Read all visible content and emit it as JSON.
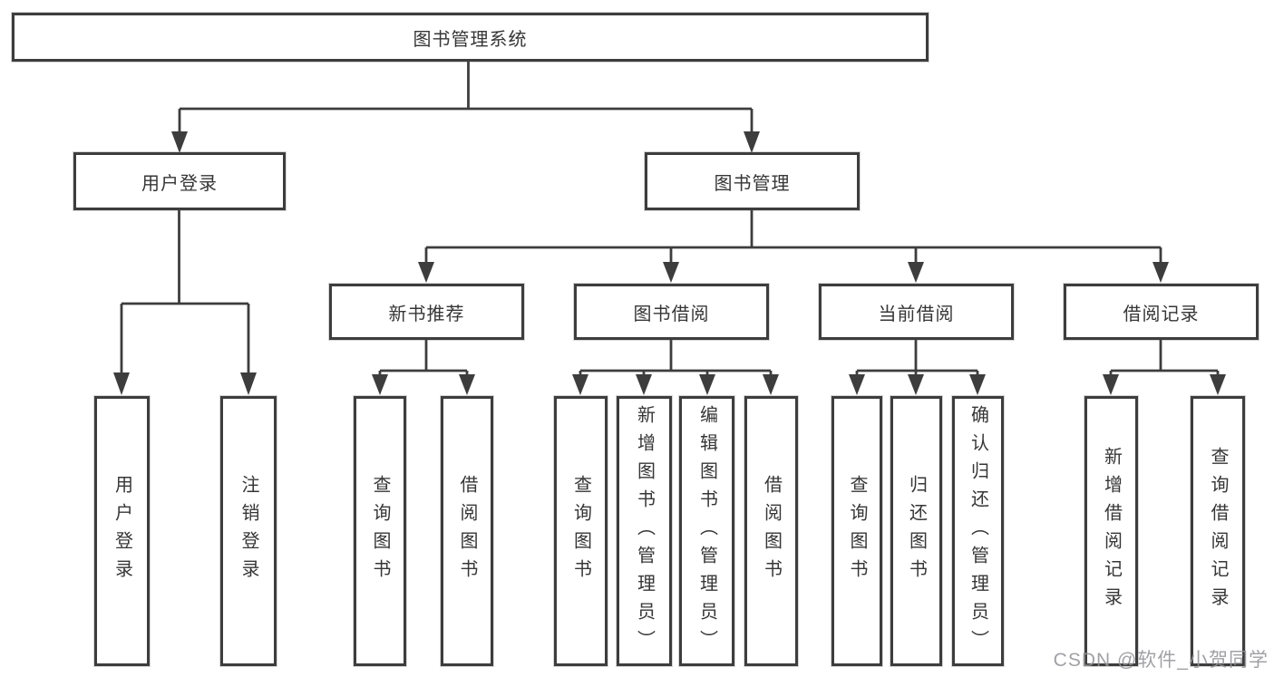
{
  "diagram": {
    "title": "图书管理系统",
    "watermark": "CSDN @软件_小贺同学",
    "colors": {
      "line": "#3d3d3d",
      "box_border": "#3d3d3d",
      "text": "#363636",
      "background": "#ffffff",
      "watermark": "#949498"
    },
    "tree": {
      "root": {
        "label": "图书管理系统",
        "children": [
          {
            "label": "用户登录",
            "children": [
              {
                "label": "用户登录"
              },
              {
                "label": "注销登录"
              }
            ]
          },
          {
            "label": "图书管理",
            "children": [
              {
                "label": "新书推荐",
                "children": [
                  {
                    "label": "查询图书"
                  },
                  {
                    "label": "借阅图书"
                  }
                ]
              },
              {
                "label": "图书借阅",
                "children": [
                  {
                    "label": "查询图书"
                  },
                  {
                    "label": "新增图书（管理员）"
                  },
                  {
                    "label": "编辑图书（管理员）"
                  },
                  {
                    "label": "借阅图书"
                  }
                ]
              },
              {
                "label": "当前借阅",
                "children": [
                  {
                    "label": "查询图书"
                  },
                  {
                    "label": "归还图书"
                  },
                  {
                    "label": "确认归还（管理员）"
                  }
                ]
              },
              {
                "label": "借阅记录",
                "children": [
                  {
                    "label": "新增借阅记录"
                  },
                  {
                    "label": "查询借阅记录"
                  }
                ]
              }
            ]
          }
        ]
      }
    }
  }
}
